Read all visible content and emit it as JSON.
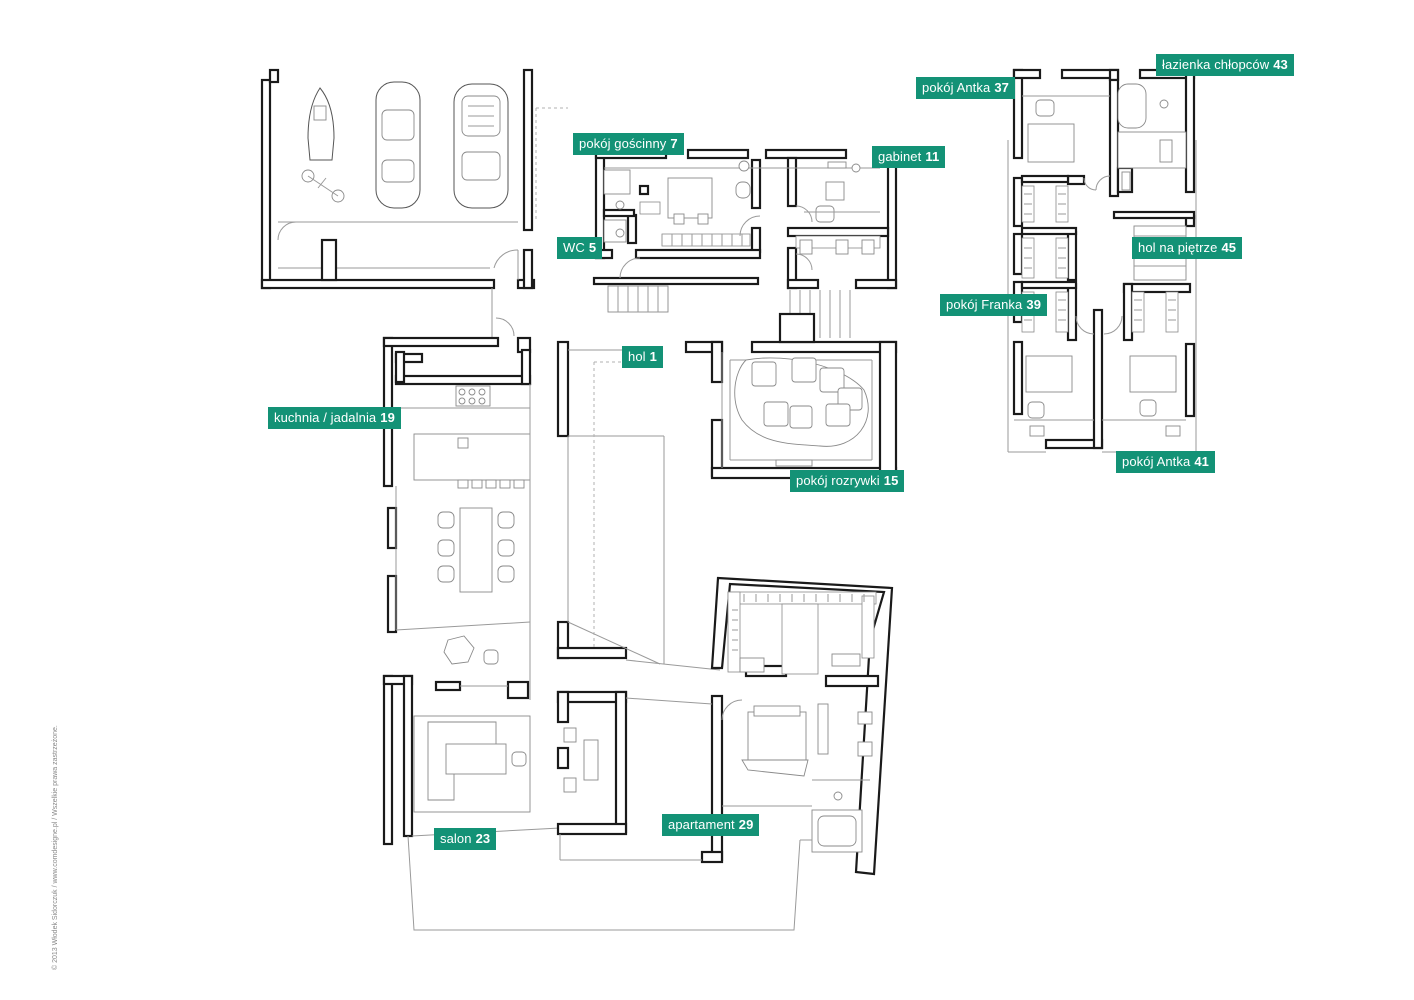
{
  "labels": {
    "pokoj_goscinny": {
      "name": "pokój gościnny",
      "number": "7"
    },
    "gabinet": {
      "name": "gabinet",
      "number": "11"
    },
    "wc": {
      "name": "WC",
      "number": "5"
    },
    "hol": {
      "name": "hol",
      "number": "1"
    },
    "kuchnia": {
      "name": "kuchnia / jadalnia",
      "number": "19"
    },
    "pokoj_rozrywki": {
      "name": "pokój rozrywki",
      "number": "15"
    },
    "salon": {
      "name": "salon",
      "number": "23"
    },
    "apartament": {
      "name": "apartament",
      "number": "29"
    },
    "pokoj_antka_37": {
      "name": "pokój Antka",
      "number": "37"
    },
    "lazienka": {
      "name": "łazienka chłopców",
      "number": "43"
    },
    "hol_na_pietrze": {
      "name": "hol na piętrze",
      "number": "45"
    },
    "pokoj_franka": {
      "name": "pokój Franka",
      "number": "39"
    },
    "pokoj_antka_41": {
      "name": "pokój Antka",
      "number": "41"
    }
  },
  "copyright": "© 2013 Włodek Sidorczuk / www.comdesigne.pl / Wszelkie prawa zastrzeżone.",
  "colors": {
    "label_bg": "#139276",
    "wall": "#1a1a1a",
    "line": "#9a9a9a"
  }
}
